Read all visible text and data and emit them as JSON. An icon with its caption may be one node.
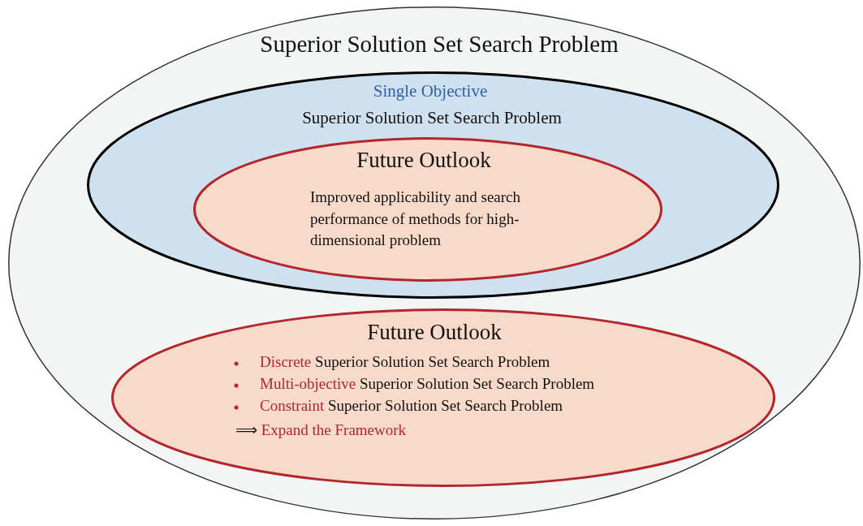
{
  "diagram": {
    "nodes": [
      {
        "text": [
          "Superior Solution Set Search Problem"
        ]
      },
      {
        "text": [
          "Single Objective",
          "Superior Solution Set Search Problem"
        ],
        "in": 0
      },
      {
        "text": [
          "Future Outlook",
          "Improved applicability and search performance of methods for high-dimensional problem"
        ],
        "in": 1
      },
      {
        "text": [
          "Future Outlook",
          "Discrete Superior Solution Set Search Problem",
          "Multi-objective Superior Solution Set Search Problem",
          "Constraint Superior Solution Set Search Problem",
          "⟹ Expand the Framework"
        ],
        "in": 0
      }
    ]
  }
}
